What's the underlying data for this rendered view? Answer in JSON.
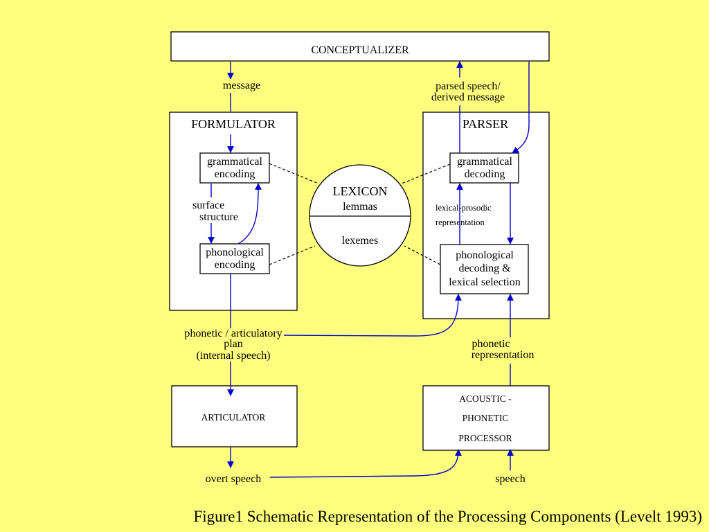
{
  "conceptualizer": {
    "label": "CONCEPTUALIZER"
  },
  "formulator": {
    "label": "FORMULATOR",
    "grammatical_encoding": [
      "grammatical",
      "encoding"
    ],
    "surface_structure": [
      "surface",
      "structure"
    ],
    "phonological_encoding": [
      "phonological",
      "encoding"
    ]
  },
  "parser": {
    "label": "PARSER",
    "grammatical_decoding": [
      "grammatical",
      "decoding"
    ],
    "lexical_prosodic": [
      "lexical-prosodic",
      "representation"
    ],
    "phonological_decoding": [
      "phonological",
      "decoding &",
      "lexical selection"
    ]
  },
  "lexicon": {
    "title": "LEXICON",
    "top": "lemmas",
    "bottom": "lexemes"
  },
  "labels": {
    "message": "message",
    "parsed_speech": [
      "parsed speech/",
      "derived message"
    ],
    "phonetic_plan": [
      "phonetic / articulatory",
      "plan",
      "(internal speech)"
    ],
    "phonetic_representation": [
      "phonetic",
      "representation"
    ],
    "overt_speech": "overt speech",
    "speech": "speech"
  },
  "articulator": {
    "label": "ARTICULATOR"
  },
  "acoustic": {
    "lines": [
      "ACOUSTIC -",
      "PHONETIC",
      "PROCESSOR"
    ]
  },
  "caption": "Figure1 Schematic Representation of the Processing Components (Levelt 1993)",
  "colors": {
    "background": "#ffff7f",
    "arrow": "#0000cc",
    "box": "#ffffff"
  }
}
